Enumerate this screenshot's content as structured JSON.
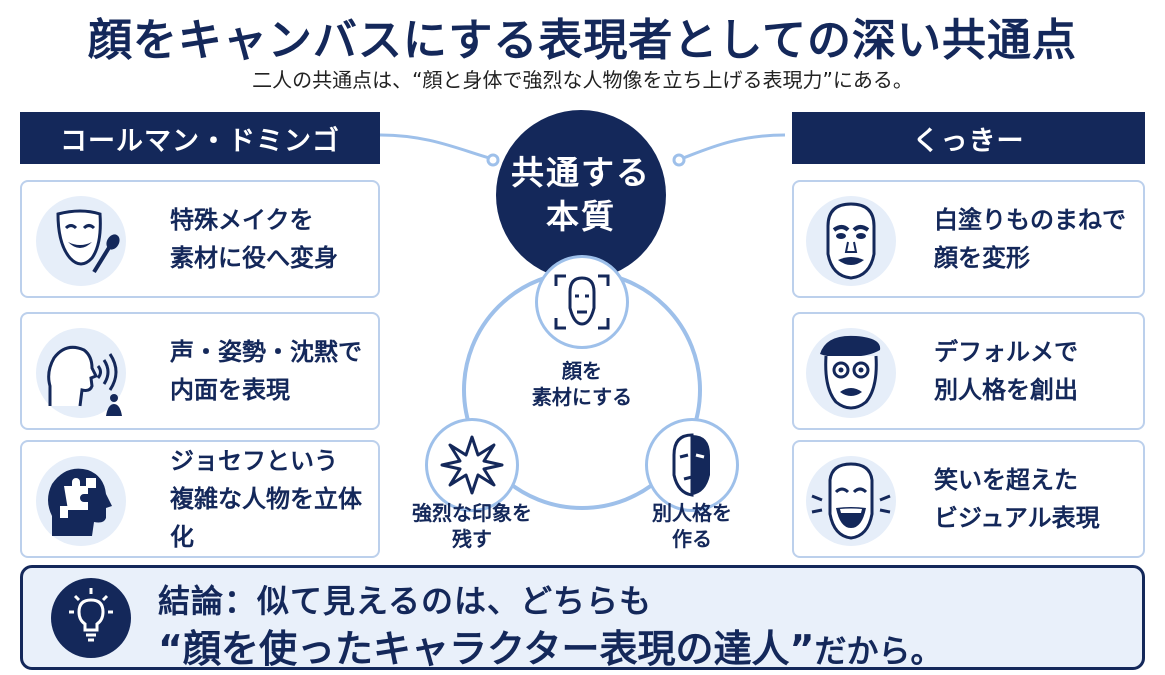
{
  "title": "顔をキャンバスにする表現者としての深い共通点",
  "subtitle": "二人の共通点は、“顔と身体で強烈な人物像を立ち上げる表現力”にある。",
  "left": {
    "header": "コールマン・ドミンゴ",
    "items": [
      {
        "line1": "特殊メイクを",
        "line2": "素材に役へ変身",
        "icon": "theater-mask-brush-icon"
      },
      {
        "line1": "声・姿勢・沈黙で",
        "line2": "内面を表現",
        "icon": "speaking-head-icon"
      },
      {
        "line1": "ジョセフという",
        "line2": "複雑な人物を立体化",
        "icon": "puzzle-head-icon"
      }
    ]
  },
  "right": {
    "header": "くっきー",
    "items": [
      {
        "line1": "白塗りものまねで",
        "line2": "顔を変形",
        "icon": "white-face-icon"
      },
      {
        "line1": "デフォルメで",
        "line2": "別人格を創出",
        "icon": "beret-face-icon"
      },
      {
        "line1": "笑いを超えた",
        "line2": "ビジュアル表現",
        "icon": "laughing-face-icon"
      }
    ]
  },
  "center": {
    "line1": "共通する",
    "line2": "本質",
    "nodes": [
      {
        "line1": "顔を",
        "line2": "素材にする",
        "icon": "face-scan-icon"
      },
      {
        "line1": "強烈な印象を",
        "line2": "残す",
        "icon": "starburst-icon"
      },
      {
        "line1": "別人格を",
        "line2": "作る",
        "icon": "half-mask-icon"
      }
    ]
  },
  "conclusion": {
    "line1": "結論：似て見えるのは、どちらも",
    "line2_main": "“顔を使ったキャラクター表現の達人”",
    "line2_suffix": "だから。",
    "icon": "lightbulb-icon"
  },
  "colors": {
    "navy": "#14285a",
    "light_blue": "#e6eef9",
    "border_blue": "#bcd0ec",
    "ring_blue": "#9ec0ea"
  }
}
